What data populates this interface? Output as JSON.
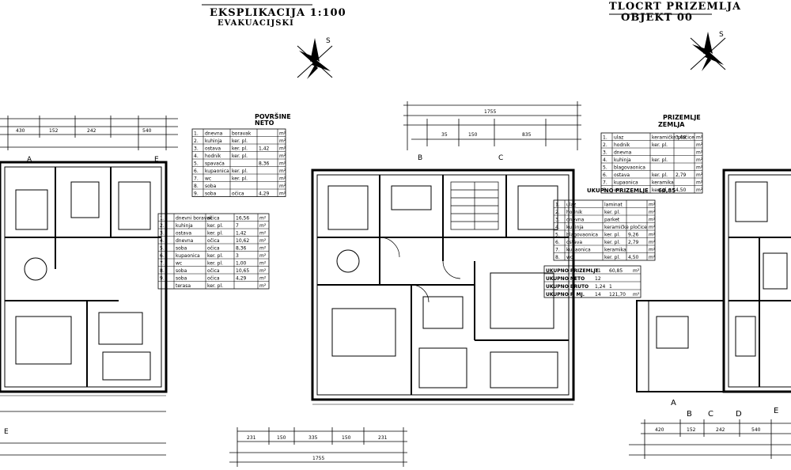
{
  "headers": {
    "left": "EKSPLIKACIJA 1:100",
    "left_sub": "EVAKUACIJSKI",
    "right": "TLOCRT PRIZEMLJA",
    "right_sub": "OBJEKT 00"
  },
  "left_table": {
    "title": "POVRŠINE",
    "subtitle": "NETO",
    "rows": [
      {
        "n": "1.",
        "name": "dnevna",
        "floor": "boravak",
        "val": "",
        "unit": "m²"
      },
      {
        "n": "2.",
        "name": "kuhinja",
        "floor": "ker. pl.",
        "val": "",
        "unit": "m²"
      },
      {
        "n": "3.",
        "name": "ostava",
        "floor": "ker. pl.",
        "val": "1,42",
        "unit": "m²"
      },
      {
        "n": "4.",
        "name": "hodnik",
        "floor": "ker. pl.",
        "val": "",
        "unit": "m²"
      },
      {
        "n": "5.",
        "name": "spavaća",
        "floor": "",
        "val": "8,36",
        "unit": "m²"
      },
      {
        "n": "6.",
        "name": "kupaonica",
        "floor": "ker. pl.",
        "val": "",
        "unit": "m²"
      },
      {
        "n": "7.",
        "name": "wc",
        "floor": "ker. pl.",
        "val": "",
        "unit": "m²"
      },
      {
        "n": "8.",
        "name": "soba",
        "floor": "",
        "val": "",
        "unit": "m²"
      },
      {
        "n": "9.",
        "name": "soba",
        "floor": "očica",
        "val": "4,29",
        "unit": "m²"
      }
    ],
    "rows2": [
      {
        "n": "1.",
        "name": "dnevni boravak",
        "floor": "očica",
        "val": "16,56",
        "unit": "m²"
      },
      {
        "n": "2.",
        "name": "kuhinja",
        "floor": "ker. pl.",
        "val": "7",
        "unit": "m²"
      },
      {
        "n": "3.",
        "name": "ostava",
        "floor": "ker. pl.",
        "val": "1,42",
        "unit": "m²"
      },
      {
        "n": "4.",
        "name": "dnevna",
        "floor": "očica",
        "val": "10,62",
        "unit": "m²"
      },
      {
        "n": "5.",
        "name": "soba",
        "floor": "očica",
        "val": "8,36",
        "unit": "m²"
      },
      {
        "n": "6.",
        "name": "kupaonica",
        "floor": "ker. pl.",
        "val": "3",
        "unit": "m²"
      },
      {
        "n": "7.",
        "name": "wc",
        "floor": "ker. pl.",
        "val": "1,00",
        "unit": "m²"
      },
      {
        "n": "8.",
        "name": "soba",
        "floor": "očica",
        "val": "10,65",
        "unit": "m²"
      },
      {
        "n": "9.",
        "name": "soba",
        "floor": "očica",
        "val": "4,29",
        "unit": "m²"
      },
      {
        "n": "",
        "name": "terasa",
        "floor": "ker. pl.",
        "val": "",
        "unit": "m²"
      }
    ]
  },
  "right_table": {
    "title": "PRIZEMLJE",
    "subtitle": "ZEMLJA",
    "rows": [
      {
        "n": "1.",
        "name": "ulaz",
        "floor": "keramičke pločice",
        "val": "3,68",
        "unit": "m²"
      },
      {
        "n": "2.",
        "name": "hodnik",
        "floor": "ker. pl.",
        "val": "",
        "unit": "m²"
      },
      {
        "n": "3.",
        "name": "dnevna",
        "floor": "",
        "val": "",
        "unit": "m²"
      },
      {
        "n": "4.",
        "name": "kuhinja",
        "floor": "ker. pl.",
        "val": "",
        "unit": "m²"
      },
      {
        "n": "5.",
        "name": "blagovaonica",
        "floor": "",
        "val": "",
        "unit": "m²"
      },
      {
        "n": "6.",
        "name": "ostava",
        "floor": "ker. pl.",
        "val": "2,79",
        "unit": "m²"
      },
      {
        "n": "7.",
        "name": "kupaonica",
        "floor": "keramika",
        "val": "",
        "unit": "m²"
      },
      {
        "n": "8.",
        "name": "wc",
        "floor": "ker. pl.",
        "val": "4,50",
        "unit": "m²"
      }
    ],
    "total_label": "UKUPNO PRIZEMLJE",
    "total_val": "60,85",
    "rows2": [
      {
        "n": "1.",
        "name": "ulaz",
        "floor": "laminat",
        "val": "",
        "unit": "m²"
      },
      {
        "n": "2.",
        "name": "hodnik",
        "floor": "ker. pl.",
        "val": "",
        "unit": "m²"
      },
      {
        "n": "3.",
        "name": "dnevna",
        "floor": "parket",
        "val": "",
        "unit": "m²"
      },
      {
        "n": "4.",
        "name": "kuhinja",
        "floor": "keramičke pločice",
        "val": "",
        "unit": "m²"
      },
      {
        "n": "5.",
        "name": "blagovaonica",
        "floor": "ker. pl.",
        "val": "9,26",
        "unit": "m²"
      },
      {
        "n": "6.",
        "name": "ostava",
        "floor": "ker. pl.",
        "val": "2,79",
        "unit": "m²"
      },
      {
        "n": "7.",
        "name": "kupaonica",
        "floor": "keramika",
        "val": "",
        "unit": "m²"
      },
      {
        "n": "8.",
        "name": "wc",
        "floor": "ker. pl.",
        "val": "4,50",
        "unit": "m²"
      }
    ],
    "sum_rows": [
      {
        "label": "UKUPNO PRIZEMLJE",
        "a": "71",
        "b": "60,85",
        "unit": "m²"
      },
      {
        "label": "UKUPNO NETO",
        "a": "12",
        "b": "",
        "unit": ""
      },
      {
        "label": "UKUPNO BRUTO",
        "a": "1,24",
        "b": "1",
        "unit": ""
      },
      {
        "label": "UKUPNO P. MJ.",
        "a": "14",
        "b": "121,70",
        "unit": "m²"
      }
    ]
  },
  "dimensions": {
    "top_center": "1755",
    "bottom_center": "1755",
    "top_left_a": "430",
    "top_left_b": "152",
    "top_left_c": "242",
    "top_left_d": "540",
    "mid_a": "35",
    "mid_b": "150",
    "mid_c": "835",
    "bot_a": "231",
    "bot_b": "150",
    "bot_c": "335",
    "bot_d": "150",
    "bot_e": "231",
    "right_a": "420",
    "right_b": "152",
    "right_c": "242",
    "right_d": "540"
  },
  "axis_labels": {
    "a": "A",
    "b": "B",
    "c": "C",
    "d": "D",
    "e": "E"
  },
  "north_labels": {
    "left": "S",
    "right": "S"
  }
}
